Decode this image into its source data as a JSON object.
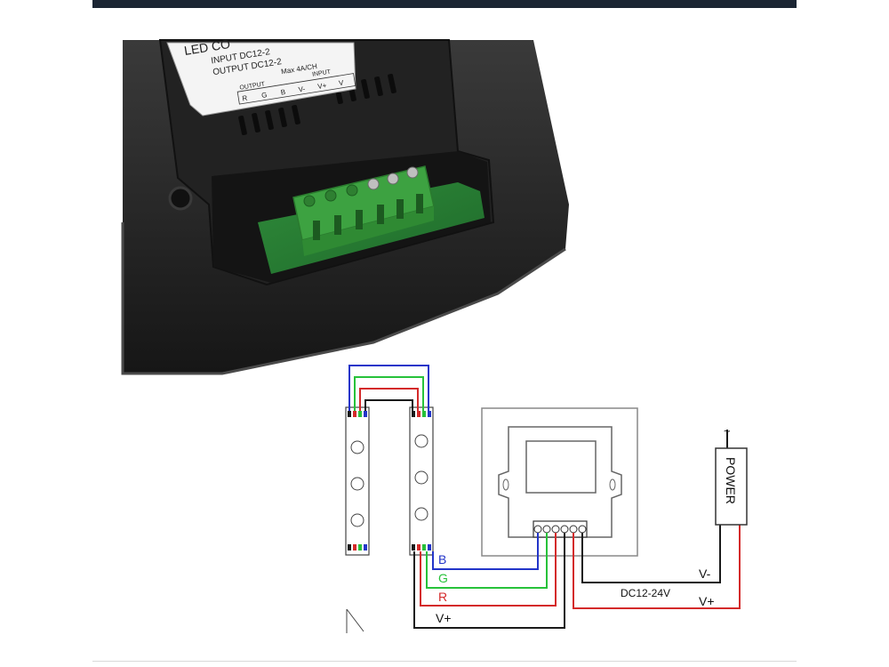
{
  "device_label": {
    "line1": "LED CO",
    "line2": "INPUT DC12-2",
    "line3": "OUTPUT DC12-2",
    "line4": "Max 4A/CH",
    "output_group": "OUTPUT",
    "input_group": "INPUT",
    "terminals": [
      "R",
      "G",
      "B",
      "V-",
      "V+",
      "V"
    ]
  },
  "wiring": {
    "wire_b": "B",
    "wire_g": "G",
    "wire_r": "R",
    "wire_vplus": "V+",
    "supply_vminus": "V-",
    "supply_vplus": "V+",
    "voltage": "DC12-24V",
    "power": "POWER",
    "ac_symbol": "~"
  },
  "colors": {
    "blue_wire": "#2335c9",
    "green_wire": "#27c23a",
    "red_wire": "#d42a2a",
    "black_wire": "#1a1a1a",
    "terminal_green": "#3da241",
    "housing": "#252525"
  }
}
